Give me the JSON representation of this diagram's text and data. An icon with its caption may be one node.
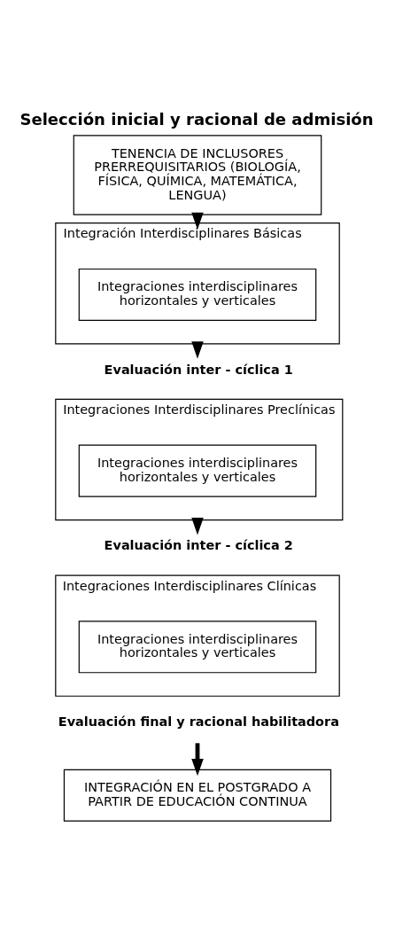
{
  "diagram": {
    "title": "Selección inicial y racional de admisión",
    "nodes": [
      {
        "text": [
          "TENENCIA DE INCLUSORES PRERREQUISITARIOS (BIOLOGÍA, FÍSICA, QUÍMICA, MATEMÁTICA, LENGUA)"
        ]
      },
      {
        "text": [
          "Integración Interdisciplinares Básicas"
        ]
      },
      {
        "text": [
          "Integraciones interdisciplinares horizontales y verticales"
        ],
        "in": 1
      },
      {
        "text": [
          "Evaluación inter - cíclica 1"
        ]
      },
      {
        "text": [
          "Integraciones Interdisciplinares Preclínicas"
        ]
      },
      {
        "text": [
          "Integraciones interdisciplinares horizontales y verticales"
        ],
        "in": 4
      },
      {
        "text": [
          "Evaluación inter - cíclica 2"
        ]
      },
      {
        "text": [
          "Integraciones Interdisciplinares Clínicas"
        ]
      },
      {
        "text": [
          "Integraciones interdisciplinares horizontales y verticales"
        ],
        "in": 7
      },
      {
        "text": [
          "Evaluación final y racional habilitadora"
        ]
      },
      {
        "text": [
          "INTEGRACIÓN EN EL POSTGRADO A PARTIR DE EDUCACIÓN CONTINUA"
        ]
      }
    ],
    "edges": [
      {
        "from": 0,
        "to": 1,
        "arrow": "to"
      },
      {
        "from": 1,
        "to": 3,
        "arrow": "to"
      },
      {
        "from": 4,
        "to": 6,
        "arrow": "to"
      },
      {
        "from": 9,
        "to": 10,
        "arrow": "to"
      }
    ]
  }
}
